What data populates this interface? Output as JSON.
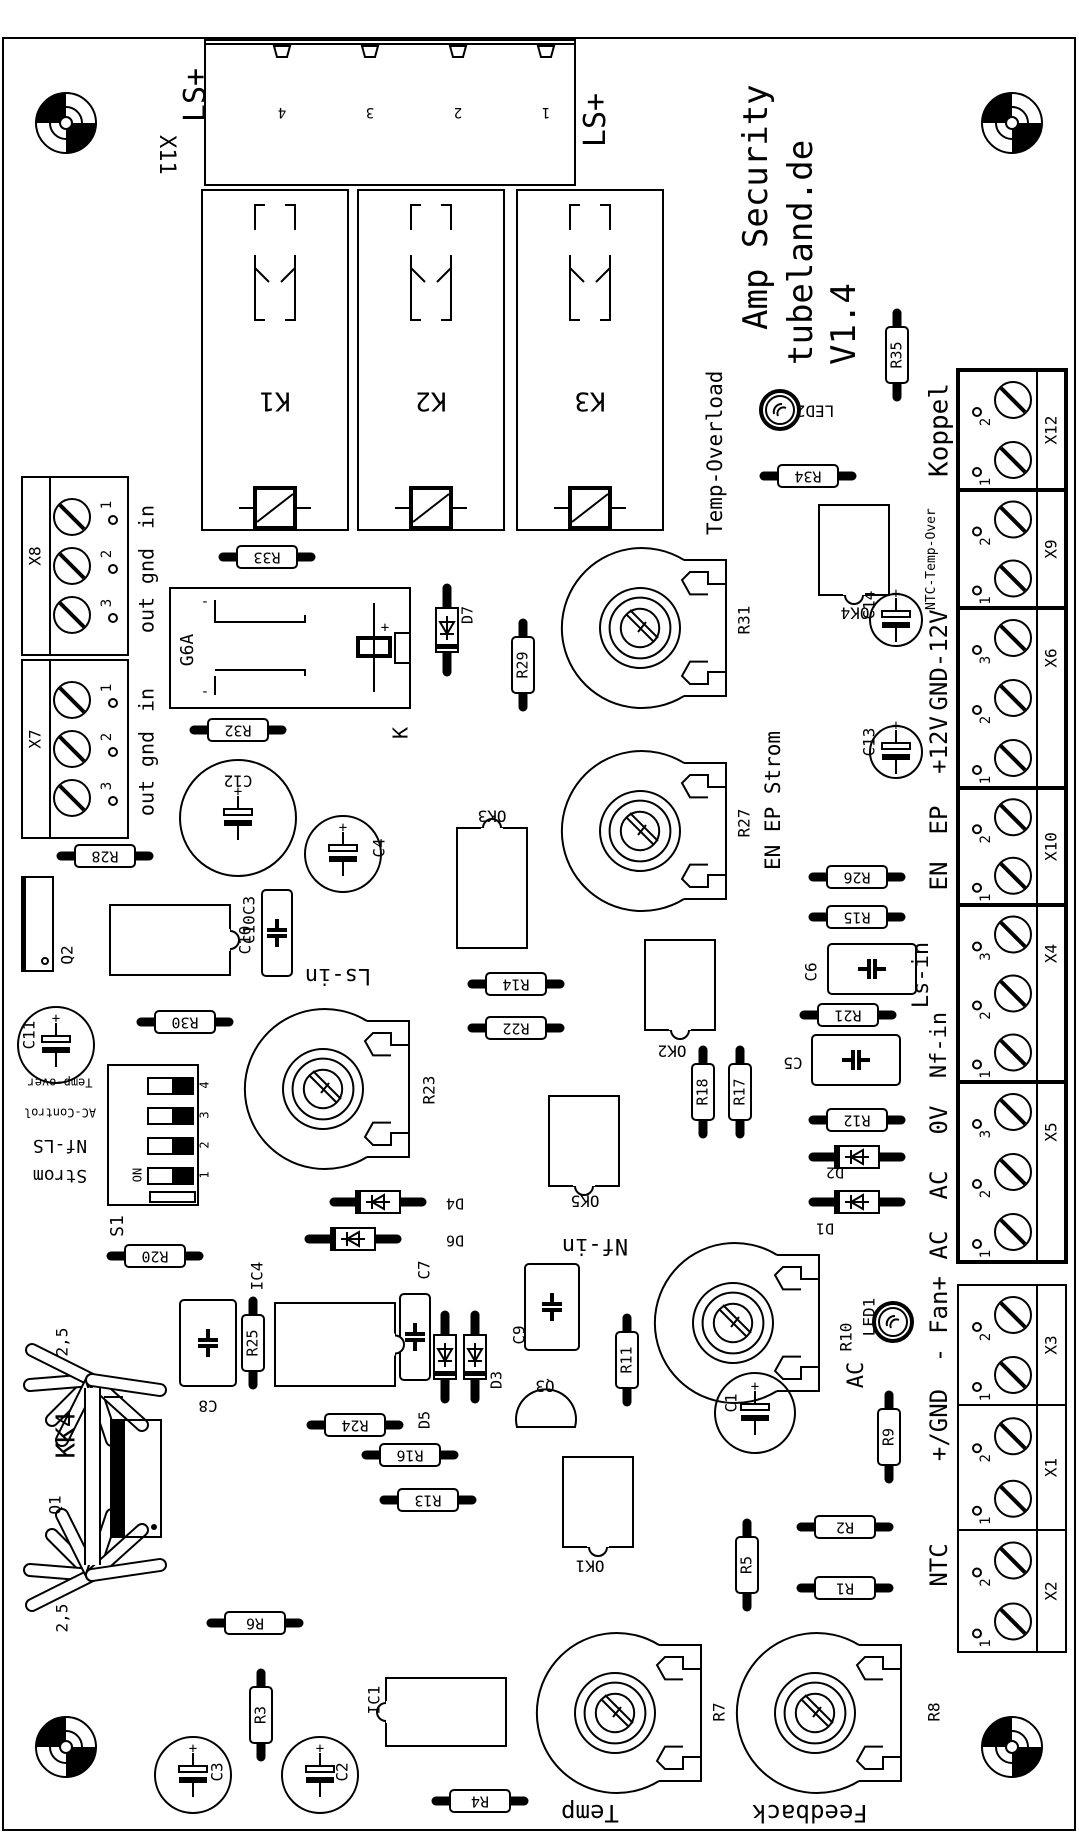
{
  "board": {
    "title": "Amp Security",
    "subtitle": "tubeland.de",
    "version": "V1.4",
    "colors": {
      "silkscreen": "#000000",
      "background": "#ffffff"
    }
  },
  "labels": {
    "temp_overload": "Temp-Overload",
    "ntc_temp_over": "NTC-Temp-Over",
    "en_ep_strom": "EN EP Strom",
    "ls_in_top": "Ls-in",
    "nf_in_mid": "Nf-in",
    "temp_pot": "Temp",
    "feedback_pot": "Feedback",
    "k_mark": "K",
    "ac_r10": "AC",
    "heatsink": "KK4",
    "heatsink_dim_top": "2,5",
    "heatsink_dim_bottom": "2,5",
    "ls_plus_left": "LS+",
    "ls_plus_right": "LS+"
  },
  "connector_x11": {
    "ref": "X11",
    "pins": [
      "4",
      "3",
      "2",
      "1"
    ]
  },
  "relays": [
    {
      "ref": "K1"
    },
    {
      "ref": "K2"
    },
    {
      "ref": "K3"
    }
  ],
  "relay_g6a": {
    "ref": "G6A",
    "minus1": "-",
    "minus2": "-",
    "plus": "+"
  },
  "left_terminals": [
    {
      "ref": "X8",
      "pins": [
        "3",
        "2",
        "1"
      ],
      "signals": [
        "out",
        "gnd",
        "in"
      ]
    },
    {
      "ref": "X7",
      "pins": [
        "3",
        "2",
        "1"
      ],
      "signals": [
        "out",
        "gnd",
        "in"
      ]
    }
  ],
  "right_terminals": [
    {
      "ref": "X12",
      "pins": [
        "1",
        "2"
      ],
      "caption": "Koppel"
    },
    {
      "ref": "X9",
      "pins": [
        "1",
        "2"
      ],
      "caption": ""
    },
    {
      "ref": "X6",
      "pins": [
        "1",
        "2",
        "3"
      ],
      "caption": "+12V GND-12V"
    },
    {
      "ref": "X10",
      "pins": [
        "1",
        "2"
      ],
      "caption": "EN EP"
    },
    {
      "ref": "X4",
      "pins": [
        "1",
        "2",
        "3"
      ],
      "caption": "Nf-in Ls-in"
    },
    {
      "ref": "X5",
      "pins": [
        "1",
        "2",
        "3"
      ],
      "caption": "AC AC 0V"
    },
    {
      "ref": "X3",
      "pins": [
        "1",
        "2"
      ],
      "caption": "- Fan+"
    },
    {
      "ref": "X1",
      "pins": [
        "1",
        "2"
      ],
      "caption": "+/GND"
    },
    {
      "ref": "X2",
      "pins": [
        "1",
        "2"
      ],
      "caption": "NTC"
    }
  ],
  "right_captions": [
    "Koppel",
    "+12V",
    "GND-12V",
    "EN",
    "EP",
    "Ls-in",
    "Nf-in",
    "0V",
    "AC",
    "AC",
    "Fan+",
    "-",
    "+/GND",
    "NTC"
  ],
  "dip_switch": {
    "ref": "S1",
    "on_label": "ON",
    "positions": [
      "1",
      "2",
      "3",
      "4"
    ],
    "functions": [
      "Strom",
      "Nf-LS",
      "AC-Control",
      "Temp-over"
    ]
  },
  "resistors": [
    "R1",
    "R2",
    "R3",
    "R4",
    "R5",
    "R6",
    "R9",
    "R11",
    "R12",
    "R13",
    "R14",
    "R15",
    "R16",
    "R17",
    "R18",
    "R20",
    "R21",
    "R22",
    "R24",
    "R25",
    "R26",
    "R28",
    "R29",
    "R30",
    "R32",
    "R33",
    "R34",
    "R35"
  ],
  "trimmers": [
    "R7",
    "R8",
    "R10",
    "R23",
    "R27",
    "R31"
  ],
  "electrolytic_caps": [
    "C1",
    "C2",
    "C3",
    "C4",
    "C11",
    "C12",
    "C13",
    "C14"
  ],
  "film_caps": [
    "C5",
    "C6",
    "C7",
    "C8",
    "C9",
    "C10C3"
  ],
  "diodes": [
    "D1",
    "D2",
    "D3",
    "D4",
    "D5",
    "D6",
    "D7"
  ],
  "ics": [
    "IC1",
    "IC4",
    "OK1",
    "OK2",
    "OK3",
    "OK4",
    "OK5"
  ],
  "transistors": [
    "Q1",
    "Q2",
    "Q3"
  ],
  "leds": [
    "LED1",
    "LED2"
  ]
}
